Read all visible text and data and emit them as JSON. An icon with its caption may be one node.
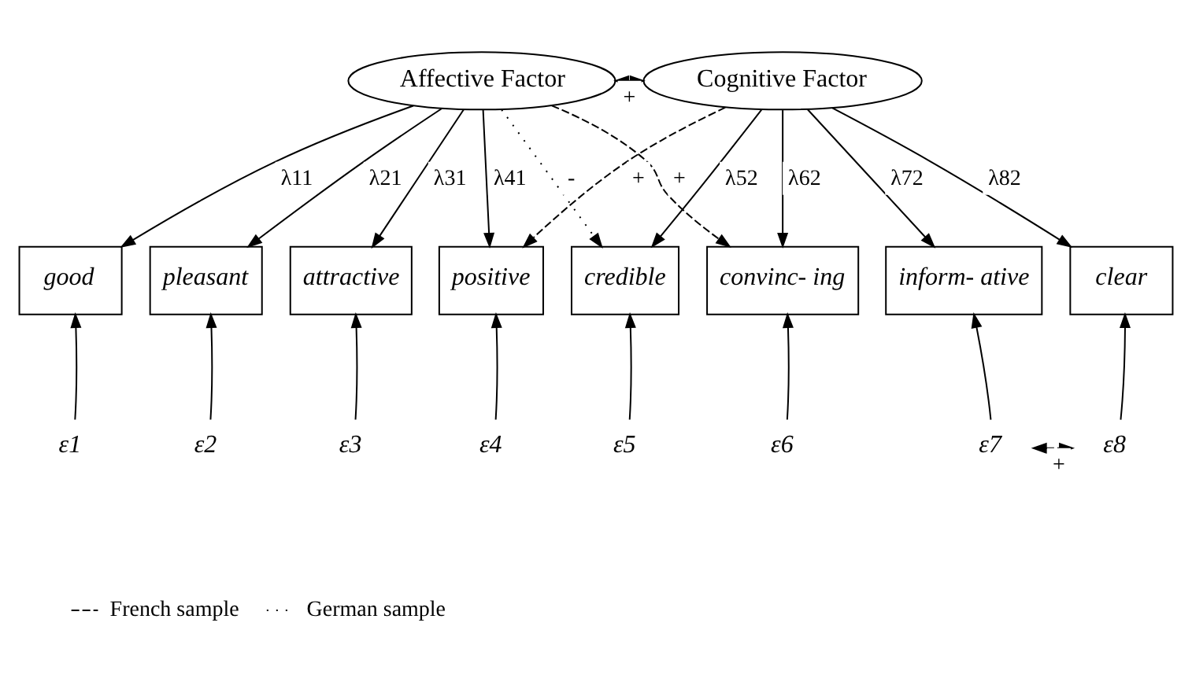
{
  "diagram": {
    "nodes": [
      {
        "text": [
          "Affective Factor"
        ]
      },
      {
        "text": [
          "Cognitive Factor"
        ]
      },
      {
        "text": [
          "good"
        ]
      },
      {
        "text": [
          "pleasant"
        ]
      },
      {
        "text": [
          "attractive"
        ]
      },
      {
        "text": [
          "positive"
        ]
      },
      {
        "text": [
          "credible"
        ]
      },
      {
        "text": [
          "convinc- ing"
        ]
      },
      {
        "text": [
          "inform- ative"
        ]
      },
      {
        "text": [
          "clear"
        ]
      },
      {
        "text": [
          "ε1"
        ]
      },
      {
        "text": [
          "ε2"
        ]
      },
      {
        "text": [
          "ε3"
        ]
      },
      {
        "text": [
          "ε4"
        ]
      },
      {
        "text": [
          "ε5"
        ]
      },
      {
        "text": [
          "ε6"
        ]
      },
      {
        "text": [
          "ε7"
        ]
      },
      {
        "text": [
          "ε8"
        ]
      }
    ],
    "edges": [
      {
        "from": 0,
        "to": 1,
        "arrow": "both",
        "label": "+"
      },
      {
        "from": 0,
        "to": 2,
        "arrow": "to",
        "label": "λ11"
      },
      {
        "from": 0,
        "to": 3,
        "arrow": "to",
        "label": "λ21"
      },
      {
        "from": 0,
        "to": 4,
        "arrow": "to",
        "label": "λ31"
      },
      {
        "from": 0,
        "to": 5,
        "arrow": "to",
        "label": "λ41"
      },
      {
        "from": 0,
        "to": 6,
        "arrow": "to",
        "label": "-",
        "style": "dashed"
      },
      {
        "from": 0,
        "to": 7,
        "arrow": "to",
        "label": "+",
        "style": "dashed"
      },
      {
        "from": 1,
        "to": 5,
        "arrow": "to",
        "label": "+",
        "style": "dashed"
      },
      {
        "from": 1,
        "to": 6,
        "arrow": "to",
        "label": "λ52"
      },
      {
        "from": 1,
        "to": 7,
        "arrow": "to",
        "label": "λ62"
      },
      {
        "from": 1,
        "to": 8,
        "arrow": "to",
        "label": "λ72"
      },
      {
        "from": 1,
        "to": 9,
        "arrow": "to",
        "label": "λ82"
      },
      {
        "from": 10,
        "to": 2,
        "arrow": "to"
      },
      {
        "from": 11,
        "to": 3,
        "arrow": "to"
      },
      {
        "from": 12,
        "to": 4,
        "arrow": "to"
      },
      {
        "from": 13,
        "to": 5,
        "arrow": "to"
      },
      {
        "from": 14,
        "to": 6,
        "arrow": "to"
      },
      {
        "from": 15,
        "to": 7,
        "arrow": "to"
      },
      {
        "from": 16,
        "to": 8,
        "arrow": "to"
      },
      {
        "from": 17,
        "to": 9,
        "arrow": "to"
      },
      {
        "from": 16,
        "to": 17,
        "arrow": "both",
        "label": "+",
        "style": "dashed"
      }
    ],
    "legend": [
      {
        "text": "French sample"
      },
      {
        "text": "German sample"
      }
    ]
  }
}
